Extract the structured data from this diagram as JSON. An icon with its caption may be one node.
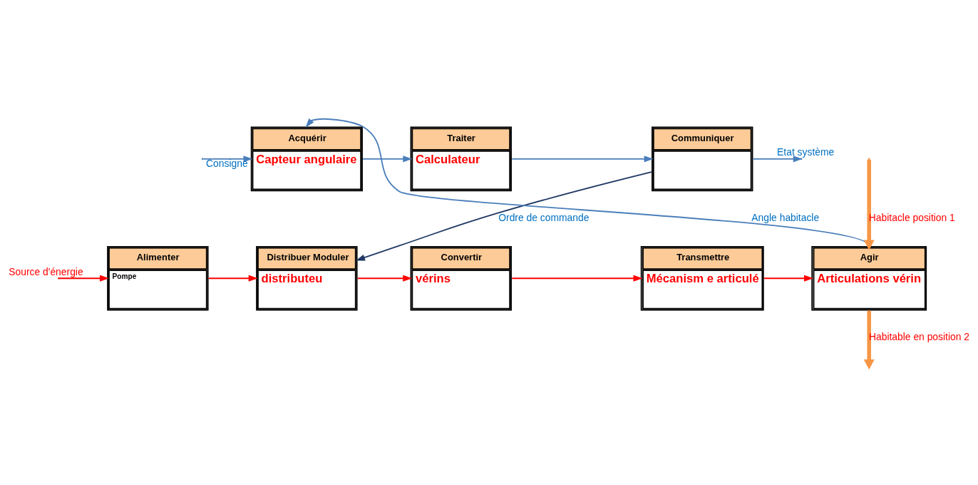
{
  "diagram": {
    "nodes": [
      {
        "text": [
          "Acquérir",
          "Capteur angulaire"
        ]
      },
      {
        "text": [
          "Traiter",
          "Calculateur"
        ]
      },
      {
        "text": [
          "Communiquer"
        ]
      },
      {
        "text": [
          "Alimenter",
          "Pompe"
        ]
      },
      {
        "text": [
          "Distribuer Moduler",
          "distributeu"
        ]
      },
      {
        "text": [
          "Convertir",
          "vérins"
        ]
      },
      {
        "text": [
          "Transmettre",
          "Mécanism e articulé"
        ]
      },
      {
        "text": [
          "Agir",
          "Articulations vérin"
        ]
      }
    ],
    "edges": [
      {
        "from": 7,
        "to": 0,
        "arrow": "to",
        "label": "Angle habitacle"
      },
      {
        "from": null,
        "to": 0,
        "arrow": "to",
        "label": "Consigne"
      },
      {
        "from": 0,
        "to": 1,
        "arrow": "to"
      },
      {
        "from": 1,
        "to": 2,
        "arrow": "to"
      },
      {
        "from": 2,
        "to": null,
        "arrow": "to",
        "label": "Etat système"
      },
      {
        "from": 2,
        "to": 4,
        "arrow": "to",
        "label": "Ordre de commande",
        "color": "#1f3864"
      },
      {
        "from": null,
        "to": 3,
        "arrow": "to",
        "label": "Source d'énergie",
        "color": "#ff0000"
      },
      {
        "from": 3,
        "to": 4,
        "arrow": "to",
        "color": "#ff0000"
      },
      {
        "from": 4,
        "to": 5,
        "arrow": "to",
        "color": "#ff0000"
      },
      {
        "from": 5,
        "to": 6,
        "arrow": "to",
        "color": "#ff0000"
      },
      {
        "from": 6,
        "to": 7,
        "arrow": "to",
        "color": "#ff0000"
      },
      {
        "from": null,
        "to": 7,
        "arrow": "to",
        "label": "Habitacle position 1",
        "style": "thick",
        "color": "#f79646"
      },
      {
        "from": 7,
        "to": null,
        "arrow": "to",
        "label": "Habitable en position 2",
        "style": "thick",
        "color": "#f79646"
      }
    ]
  }
}
